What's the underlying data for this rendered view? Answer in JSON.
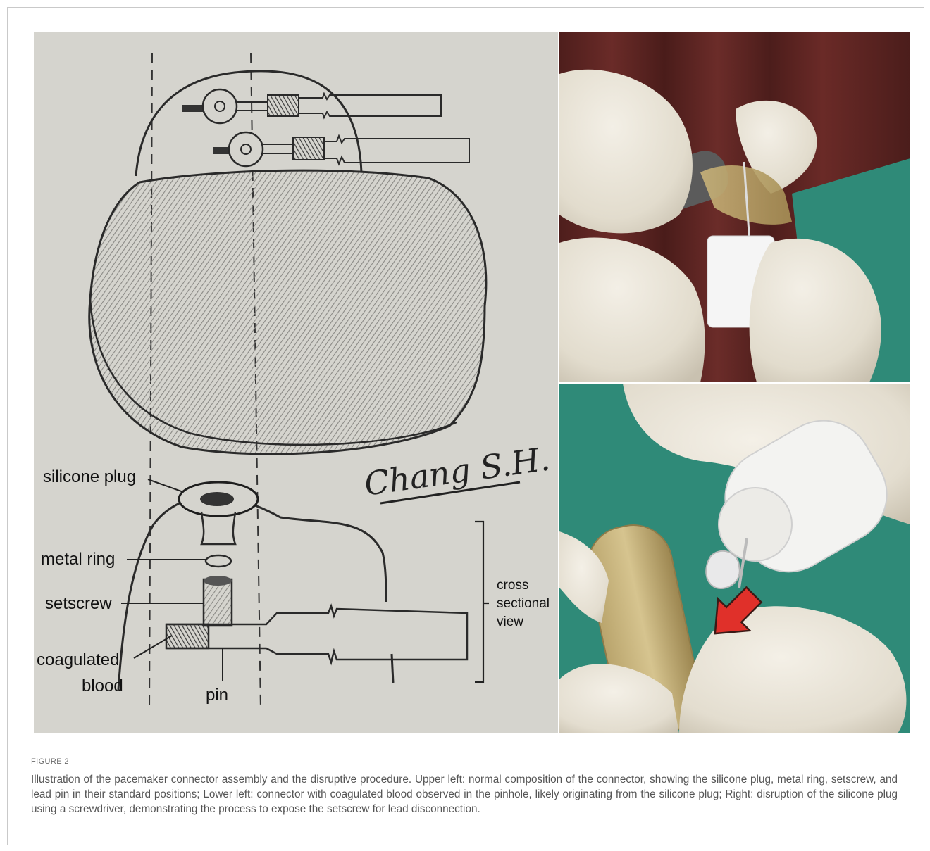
{
  "figure": {
    "label": "FIGURE 2",
    "caption": "Illustration of the pacemaker connector assembly and the disruptive procedure. Upper left: normal composition of the connector, showing the silicone plug, metal ring, setscrew, and lead pin in their standard positions; Lower left: connector with coagulated blood observed in the pinhole, likely originating from the silicone plug; Right: disruption of the silicone plug using a screwdriver, demonstrating the process to expose the setscrew for lead disconnection."
  },
  "drawing": {
    "signature": "Chang S.H.",
    "labels": {
      "silicone_plug": "silicone plug",
      "metal_ring": "metal ring",
      "setscrew": "setscrew",
      "coagulated": "coagulated",
      "blood": "blood",
      "pin": "pin",
      "cross": "cross",
      "sectional": "sectional",
      "view": "view"
    }
  },
  "colors": {
    "paper": "#d5d4ce",
    "pencil": "#2a2a2a",
    "arrow": "#e0302a",
    "drape_green": "#2f8a78",
    "backdrop_red": "#5d2623",
    "glove": "#e9e4d8"
  }
}
